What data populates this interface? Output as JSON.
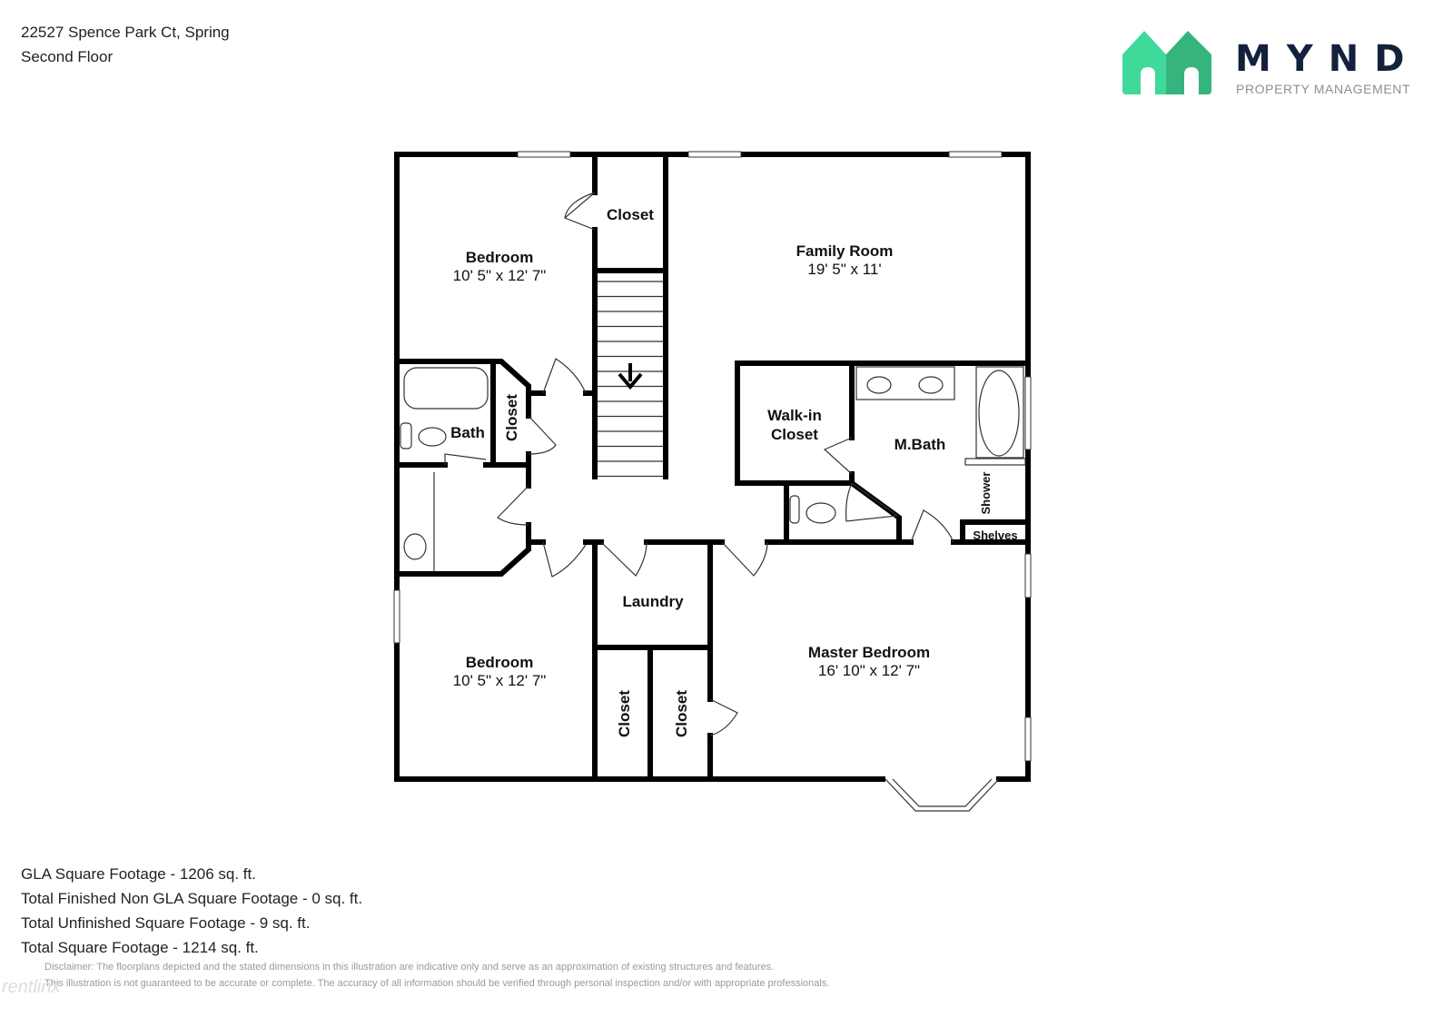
{
  "header": {
    "address": "22527 Spence Park Ct, Spring",
    "floor": "Second Floor"
  },
  "logo": {
    "brand": "MYND",
    "tagline": "PROPERTY MANAGEMENT",
    "colors": {
      "house_light": "#3fd99a",
      "house_dark": "#35b47e",
      "text": "#14213d"
    }
  },
  "rooms": {
    "bedroom1": {
      "name": "Bedroom",
      "dims": "10' 5\" x 12' 7\""
    },
    "closet_top": {
      "name": "Closet"
    },
    "family_room": {
      "name": "Family Room",
      "dims": "19' 5\" x 11'"
    },
    "bath": {
      "name": "Bath"
    },
    "closet_hall": {
      "name": "Closet"
    },
    "walkin": {
      "name1": "Walk-in",
      "name2": "Closet"
    },
    "mbath": {
      "name": "M.Bath"
    },
    "shower": {
      "name": "Shower"
    },
    "shelves": {
      "name": "Shelves"
    },
    "laundry": {
      "name": "Laundry"
    },
    "bedroom2": {
      "name": "Bedroom",
      "dims": "10' 5\" x 12' 7\""
    },
    "closet_a": {
      "name": "Closet"
    },
    "closet_b": {
      "name": "Closet"
    },
    "master": {
      "name": "Master Bedroom",
      "dims": "16' 10\" x 12' 7\""
    }
  },
  "stats": [
    "GLA Square Footage - 1206 sq. ft.",
    "Total Finished Non GLA Square Footage - 0 sq. ft.",
    "Total Unfinished Square Footage - 9 sq. ft.",
    "Total Square Footage - 1214 sq. ft."
  ],
  "disclaimer": [
    "Disclaimer: The floorplans depicted and the stated dimensions in this illustration are indicative only and serve as an approximation of existing structures and features.",
    "This illustration is not guaranteed to be accurate or complete. The accuracy of all information should be verified through personal inspection and/or with appropriate professionals."
  ],
  "watermark": "rentlinx"
}
